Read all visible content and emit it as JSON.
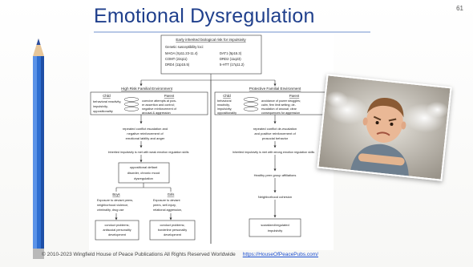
{
  "slide": {
    "title": "Emotional Dysregulation",
    "number": "61",
    "footer_text": "© 2010-2023 Wingfield House of Peace Publications    All Rights Reserved Worldwide",
    "footer_link": "https://HouseOfPeacePubs.com/"
  },
  "diagram": {
    "top": {
      "heading": "Early inherited biological risk for impulsivity",
      "sub": "Genetic susceptibility loci:",
      "genes_left": [
        "MAOA (Xp11.23-11.4)",
        "COMT (22q11)",
        "DRD4 (11p15.5)"
      ],
      "genes_right": [
        "DAT1 (5p15.3)",
        "DRD2 (11q23)",
        "5-HTT (17q11.2)"
      ]
    },
    "left": {
      "env": "High Risk Familial Environment",
      "child_title": "Child",
      "child_text": [
        "behavioral reactivity,",
        "impulsivity,",
        "oppositionality"
      ],
      "parent_title": "Parent",
      "parent_text": [
        "coercive attempts at pow-",
        "er assertion and control;",
        "negative reinforcement of",
        "arousal & aggression"
      ],
      "step1": [
        "repeated conflict escalation and",
        "negative reinforcement of",
        "emotional lability and anger"
      ],
      "step2": "Inherited impulsivity is met with weak emotion regulation skills",
      "step3": [
        "oppositional defiant",
        "disorder, chronic mood",
        "dysregulation"
      ],
      "boys_title": "Boys",
      "boys_text": [
        "Exposure to deviant peers,",
        "neighborhood violence,",
        "criminality, drug use"
      ],
      "girls_title": "Girls",
      "girls_text": [
        "Exposure to deviant",
        "peers, self-injury,",
        "relational aggression,"
      ],
      "boys_out": [
        "conduct problems;",
        "antisocial personality",
        "development"
      ],
      "girls_out": [
        "conduct problems;",
        "borderline personality",
        "development"
      ]
    },
    "right": {
      "env": "Protective Familial Environment",
      "child_title": "Child",
      "child_text": [
        "behavioral",
        "reactivity,",
        "impulsivity,",
        "oppositionality"
      ],
      "parent_title": "Parent",
      "parent_text": [
        "avoidance of power struggles;",
        "calm, firm limit setting; de-",
        "escalation of arousal; clear",
        "consequences for aggression"
      ],
      "step1": [
        "repeated conflict de-escalation",
        "and positive reinforcement of",
        "prosocial behavior"
      ],
      "step2": "Inherited impulsivity is met with strong emotion regulation skills",
      "step3": "Healthy peer group affiliations",
      "step4": "Neighborhood cohesion",
      "out": [
        "socialized/regulated",
        "impulsivity"
      ]
    }
  },
  "photo": {
    "subject": "angry-boy-photo"
  }
}
